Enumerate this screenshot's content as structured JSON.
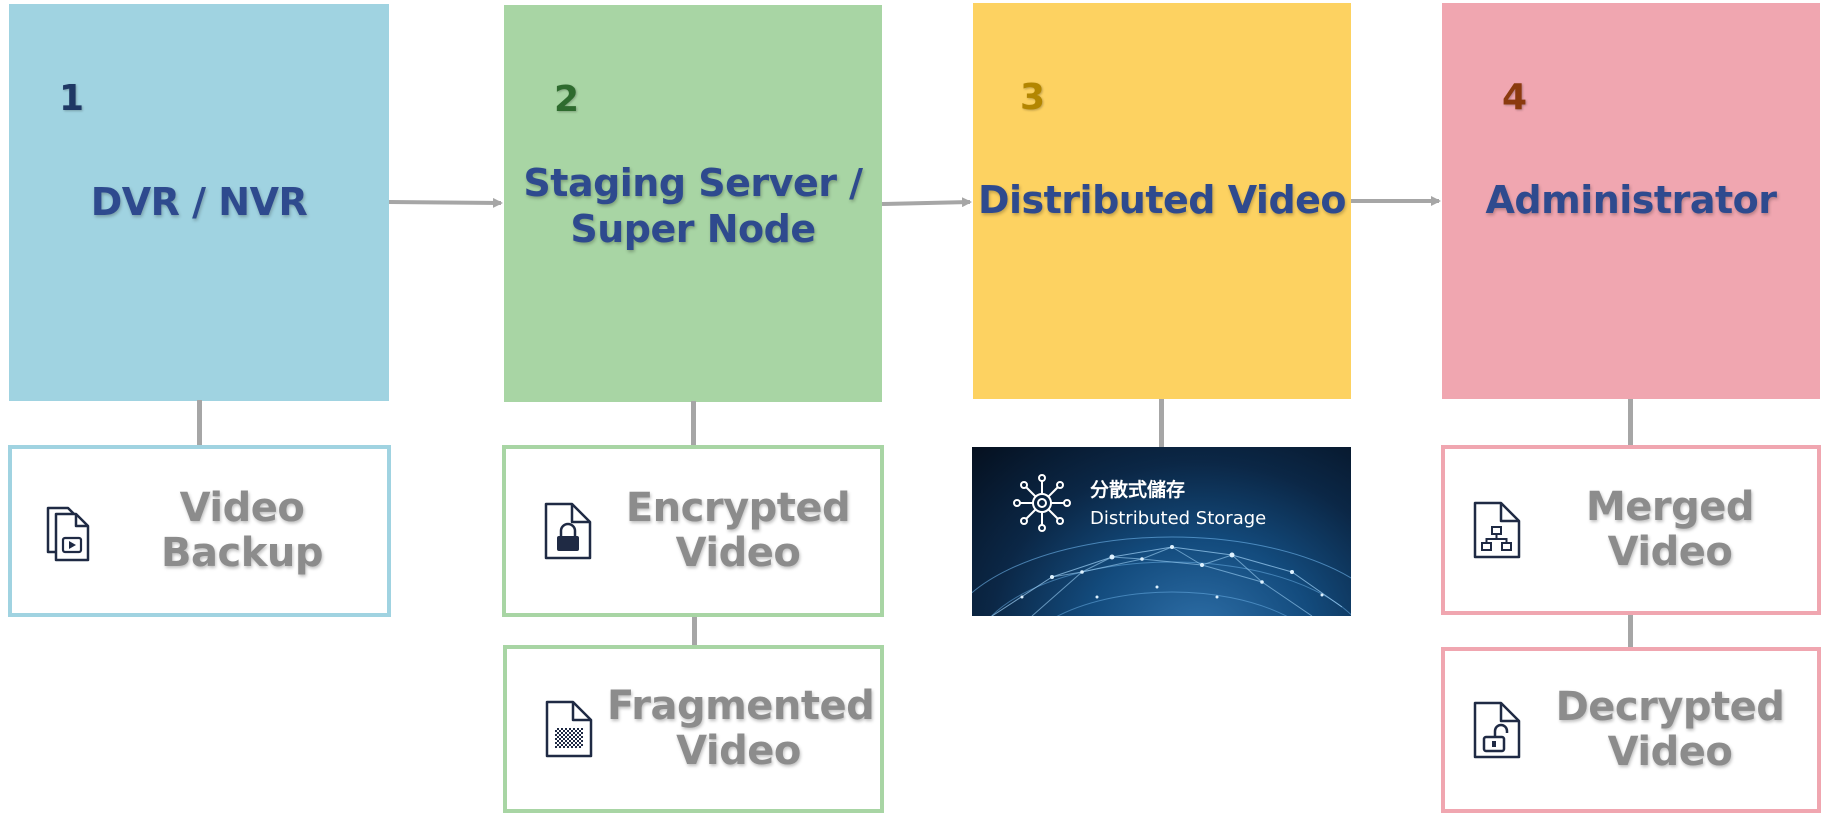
{
  "stages": [
    {
      "number": "1",
      "title_lines": [
        "DVR / NVR"
      ],
      "color": "#a0d3e1",
      "number_color": "#1f3864"
    },
    {
      "number": "2",
      "title_lines": [
        "Staging Server /",
        "Super Node"
      ],
      "color": "#a8d5a4",
      "number_color": "#2e6b2e"
    },
    {
      "number": "3",
      "title_lines": [
        "Distributed Video"
      ],
      "color": "#fdd261",
      "number_color": "#b38600"
    },
    {
      "number": "4",
      "title_lines": [
        "Administrator"
      ],
      "color": "#f0a6b0",
      "number_color": "#8b3a0e"
    }
  ],
  "cards": {
    "video_backup": {
      "lines": [
        "Video Backup"
      ],
      "icon": "video-file-icon",
      "border": "#a0d3e1"
    },
    "encrypted_video": {
      "lines": [
        "Encrypted",
        "Video"
      ],
      "icon": "locked-file-icon",
      "border": "#a8d5a4"
    },
    "fragmented_video": {
      "lines": [
        "Fragmented",
        "Video"
      ],
      "icon": "fragmented-file-icon",
      "border": "#a8d5a4"
    },
    "merged_video": {
      "lines": [
        "Merged Video"
      ],
      "icon": "network-file-icon",
      "border": "#f0a6b0"
    },
    "decrypted_video": {
      "lines": [
        "Decrypted",
        "Video"
      ],
      "icon": "unlocked-file-icon",
      "border": "#f0a6b0"
    }
  },
  "storage_banner": {
    "title_zh": "分散式儲存",
    "title_en": "Distributed Storage",
    "icon": "distributed-network-icon"
  },
  "colors": {
    "connector": "#a6a6a6",
    "title_text": "#2e4a8e",
    "card_text": "#8c8c8c",
    "icon_stroke": "#1f2a44"
  }
}
